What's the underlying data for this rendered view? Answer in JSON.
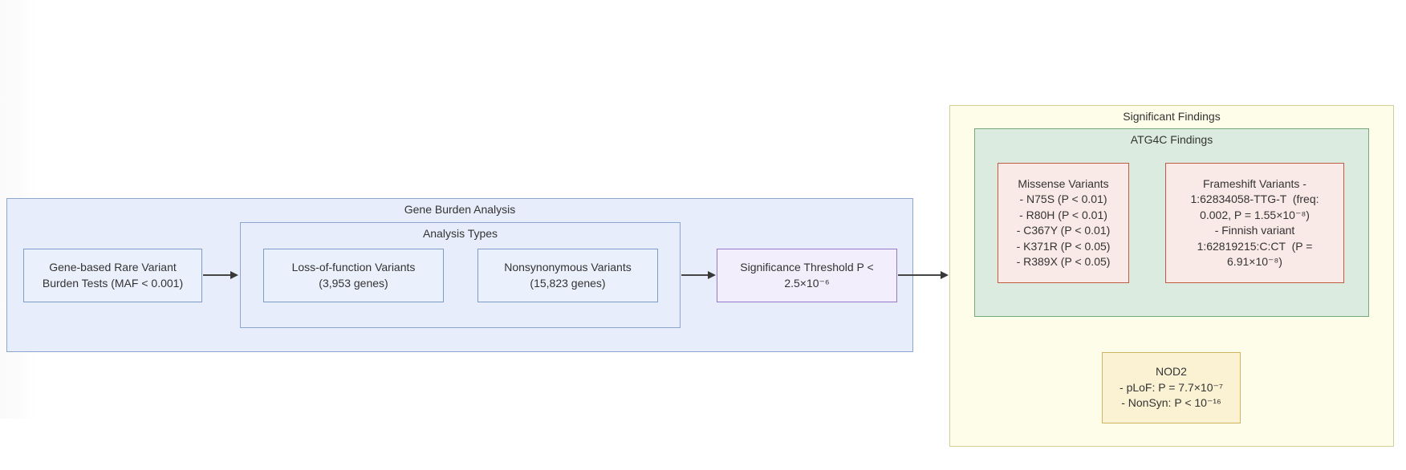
{
  "diagram": {
    "clusters": {
      "gene_burden": {
        "title": "Gene Burden Analysis"
      },
      "analysis_types": {
        "title": "Analysis Types"
      },
      "significant_findings": {
        "title": "Significant Findings"
      },
      "atg4c_findings": {
        "title": "ATG4C Findings"
      }
    },
    "nodes": {
      "burden_tests": {
        "lines": [
          "Gene-based Rare Variant",
          "Burden Tests (MAF < 0.001)"
        ]
      },
      "lof_variants": {
        "lines": [
          "Loss-of-function Variants",
          "(3,953 genes)"
        ]
      },
      "nonsyn_variants": {
        "lines": [
          "Nonsynonymous Variants",
          "(15,823 genes)"
        ]
      },
      "significance_threshold": {
        "lines": [
          "Significance Threshold P <",
          "2.5×10⁻⁶"
        ]
      },
      "missense_variants": {
        "lines": [
          "Missense Variants",
          "- N75S (P < 0.01)",
          "- R80H (P < 0.01)",
          "- C367Y (P < 0.01)",
          "- K371R (P < 0.05)",
          "- R389X (P < 0.05)"
        ]
      },
      "frameshift_variants": {
        "lines": [
          "Frameshift Variants -",
          "1:62834058-TTG-T  (freq:",
          "0.002, P = 1.55×10⁻⁸)",
          "- Finnish variant",
          "1:62819215:C:CT  (P =",
          "6.91×10⁻⁸)"
        ]
      },
      "nod2": {
        "lines": [
          "NOD2",
          "- pLoF: P = 7.7×10⁻⁷",
          "- NonSyn: P < 10⁻¹⁶"
        ]
      }
    },
    "colors": {
      "blue_cluster_fill": "#e7edfa",
      "blue_cluster_border": "#8ba7cf",
      "blue_node_fill": "#eaf0fc",
      "blue_node_border": "#7d9cc9",
      "purple_node_fill": "#f2eefb",
      "purple_node_border": "#9678c8",
      "yellow_cluster_fill": "#fdfde9",
      "yellow_cluster_border": "#d0d096",
      "green_cluster_fill": "#dcebdf",
      "green_cluster_border": "#76a87c",
      "pink_node_fill": "#faeae7",
      "pink_node_border": "#c05b42",
      "tan_node_fill": "#fbf2d4",
      "tan_node_border": "#d2b35f",
      "arrow": "#454545",
      "text": "#333333"
    }
  }
}
